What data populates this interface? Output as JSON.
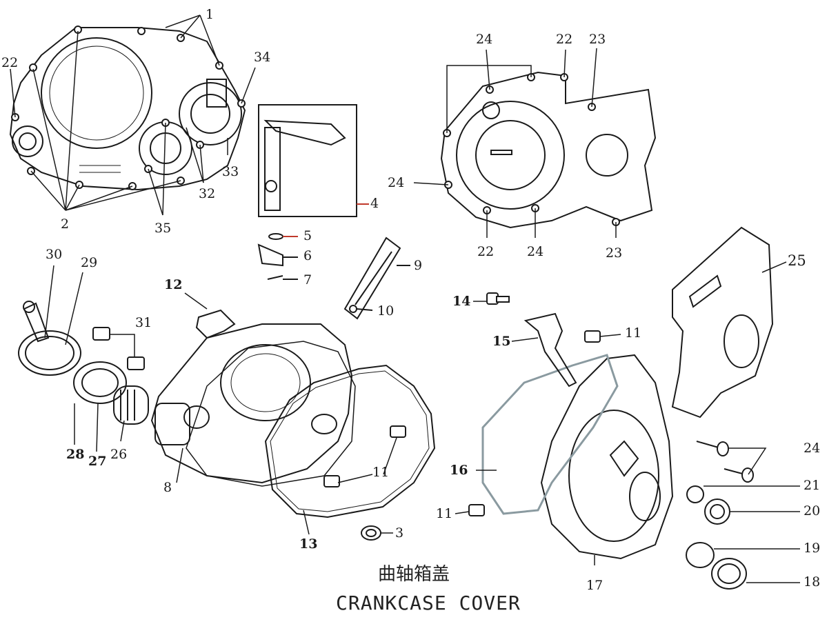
{
  "title": {
    "chinese": "曲轴箱盖",
    "english": "CRANKCASE COVER"
  },
  "callouts": [
    "1",
    "2",
    "22",
    "34",
    "33",
    "32",
    "35",
    "4",
    "5",
    "6",
    "7",
    "9",
    "10",
    "24",
    "22",
    "23",
    "24",
    "22",
    "24",
    "23",
    "30",
    "29",
    "31",
    "12",
    "28",
    "27",
    "26",
    "8",
    "13",
    "3",
    "11",
    "11",
    "14",
    "15",
    "11",
    "16",
    "11",
    "25",
    "24",
    "21",
    "20",
    "19",
    "18",
    "17"
  ],
  "colors": {
    "line": "#1a1a1a",
    "gasket": "#8a9aa0",
    "leader_red": "#c0392b"
  }
}
